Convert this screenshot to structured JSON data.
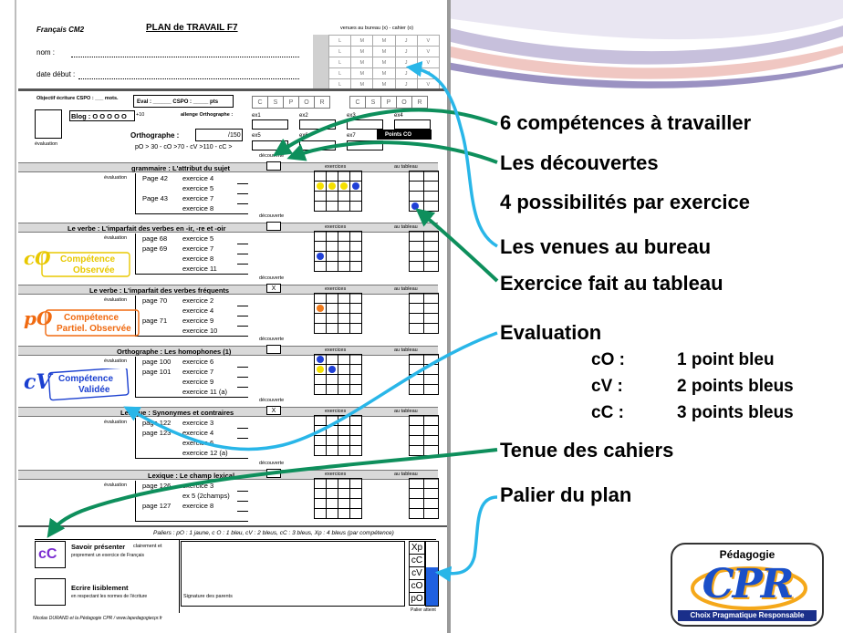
{
  "sheet": {
    "header_left": "Français CM2",
    "title": "PLAN de TRAVAIL F7",
    "venues_caption": "venues au bureau (x) - cahier (o)",
    "nom_label": "nom :",
    "date_label": "date début :",
    "days": [
      "L",
      "M",
      "M",
      "J",
      "V"
    ],
    "objectif": "Objectif écriture CSPO : ___ mots.",
    "eval_line": "Eval : ______ CSPO : _____ pts",
    "cspo_letters": [
      "C",
      "S",
      "P",
      "O",
      "R"
    ],
    "blog": "Blog : O O O O O",
    "plus10": "+10",
    "defi": "allenge Orthographe :",
    "ex_labels": [
      "ex1",
      "ex2",
      "ex3",
      "ex4",
      "ex5",
      "ex6",
      "ex7",
      "Points CO"
    ],
    "orthographe": "Orthographe :",
    "over150": "/150",
    "score_scale": "pO > 30 - cO >70 - cV >110 - cC >",
    "evaluation": "évaluation",
    "decouverte": "découverte",
    "exercices": "exercices",
    "au_tableau": "au tableau",
    "sections": [
      {
        "title": "grammaire : L'attribut du sujet",
        "pages": [
          "Page 42",
          "",
          "Page 43",
          ""
        ],
        "exercises": [
          "exercice 4",
          "exercice 5",
          "exercice 7",
          "exercice 8"
        ],
        "mark": ""
      },
      {
        "title": "Le verbe : L'imparfait des verbes en -ir, -re et -oir",
        "pages": [
          "page 68",
          "page 69",
          "",
          ""
        ],
        "exercises": [
          "exercice 5",
          "exercice 7",
          "exercice 8",
          "exercice 11"
        ],
        "mark": ""
      },
      {
        "title": "Le verbe : L'imparfait des verbes fréquents",
        "pages": [
          "page 70",
          "",
          "page 71",
          ""
        ],
        "exercises": [
          "exercice 2",
          "exercice 4",
          "exercice 9",
          "exercice 10"
        ],
        "mark": "X"
      },
      {
        "title": "Orthographe : Les homophones (1)",
        "pages": [
          "page 100",
          "page 101",
          "",
          ""
        ],
        "exercises": [
          "exercice 6",
          "exercice 7",
          "exercice 9",
          "exercice 11 (a)"
        ],
        "mark": ""
      },
      {
        "title": "Lexique : Synonymes et contraires",
        "pages": [
          "page 122",
          "page 123",
          "",
          ""
        ],
        "exercises": [
          "exercice 3",
          "exercice 4",
          "exercice 6",
          "exercice 12 (a)"
        ],
        "mark": "X"
      },
      {
        "title": "Lexique : Le champ lexical",
        "pages": [
          "page 126",
          "",
          "page 127",
          ""
        ],
        "exercises": [
          "exercice 3",
          "ex 5 (2champs)",
          "exercice 8",
          ""
        ],
        "mark": ""
      }
    ],
    "stamps": {
      "co": {
        "mark": "cO",
        "line1": "Compétence",
        "line2": "Observée"
      },
      "po": {
        "mark": "pO",
        "line1": "Compétence",
        "line2": "Partiel. Observée"
      },
      "cv": {
        "mark": "cV",
        "line1": "Compétence",
        "line2": "Validée"
      }
    },
    "paliers": "Paliers : pO : 1 jaune, c O : 1 bleu, cV : 2 bleus, cC : 3 bleus, Xp : 4 bleus (par compétence)",
    "savoir_presenter": "Savoir présenter",
    "savoir_presenter_2": "clairement et",
    "savoir_sub": "proprement un exercice de Français",
    "cc_mark": "cC",
    "ecrire": "Ecrire lisiblement",
    "ecrire_sub": "en respectant les normes de l'écriture",
    "signature": "Signature des parents",
    "levels": [
      "Xp",
      "cC",
      "cV",
      "cO",
      "pO"
    ],
    "palier_atteint": "Palier atteint",
    "footer": "Nicolas DURAND et la Pédagogie CPR / www.lapedagogiecpr.fr"
  },
  "labels": {
    "competences": "6 compétences à travailler",
    "decouvertes": "Les découvertes",
    "possibilites": "4 possibilités par exercice",
    "venues": "Les venues au bureau",
    "tableau": "Exercice fait au tableau",
    "evaluation": "Evaluation",
    "eval_rows": [
      {
        "code": "cO :",
        "desc": "1 point bleu"
      },
      {
        "code": "cV :",
        "desc": "2 points bleus"
      },
      {
        "code": "cC :",
        "desc": "3 points bleus"
      }
    ],
    "cahiers": "Tenue des cahiers",
    "palier": "Palier du plan"
  },
  "logo": {
    "top": "Pédagogie",
    "mark": "CPR",
    "bottom": "Choix Pragmatique Responsable"
  },
  "colors": {
    "blue_arrow": "#29b6e8",
    "green_arrow": "#0e8f5c",
    "dot_blue": "#1f3fd6",
    "dot_yellow": "#f5e000",
    "dot_orange": "#f07a1a",
    "stamp_yellow": "#e8c800",
    "stamp_orange": "#f06a10",
    "stamp_blue": "#1a3fd0",
    "cc_purple": "#7a2bd0",
    "level_fill": "#1f60e0"
  }
}
